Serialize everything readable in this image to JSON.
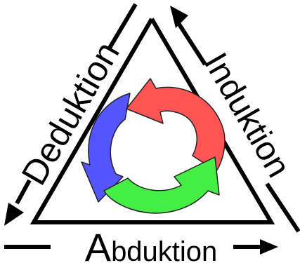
{
  "labels": {
    "deduktion": "Deduktion",
    "induktion": "Induktion",
    "abduktion": {
      "initial": "A",
      "rest": "bduktion"
    }
  },
  "colors": {
    "line": "#000000",
    "red": "#ff5555",
    "green": "#44ee44",
    "blue": "#5555ff",
    "outline": "#222222"
  },
  "icons": {
    "cycle": "circular-three-arrow-cycle",
    "directions": [
      "arrow-down-left",
      "arrow-up-right",
      "arrow-right"
    ]
  }
}
